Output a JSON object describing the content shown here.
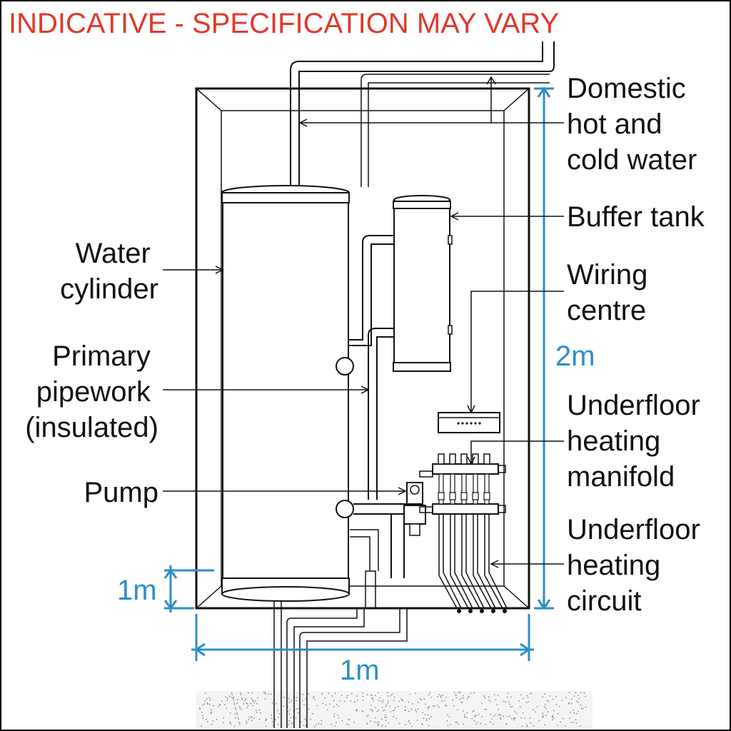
{
  "header": {
    "warning": "INDICATIVE - SPECIFICATION MAY VARY"
  },
  "labels": {
    "domestic_water": [
      "Domestic",
      "hot and",
      "cold water"
    ],
    "buffer_tank": [
      "Buffer tank"
    ],
    "wiring_centre": [
      "Wiring",
      "centre"
    ],
    "ufh_manifold": [
      "Underfloor",
      "heating",
      "manifold"
    ],
    "ufh_circuit": [
      "Underfloor",
      "heating",
      "circuit"
    ],
    "water_cylinder": [
      "Water",
      "cylinder"
    ],
    "primary_pipework": [
      "Primary",
      "pipework",
      "(insulated)"
    ],
    "pump": [
      "Pump"
    ]
  },
  "dimensions": {
    "height": "2m",
    "width": "1m",
    "depth": "1m"
  },
  "colors": {
    "header": "#e0392b",
    "dimension": "#2a8fc8",
    "line": "#111111"
  }
}
